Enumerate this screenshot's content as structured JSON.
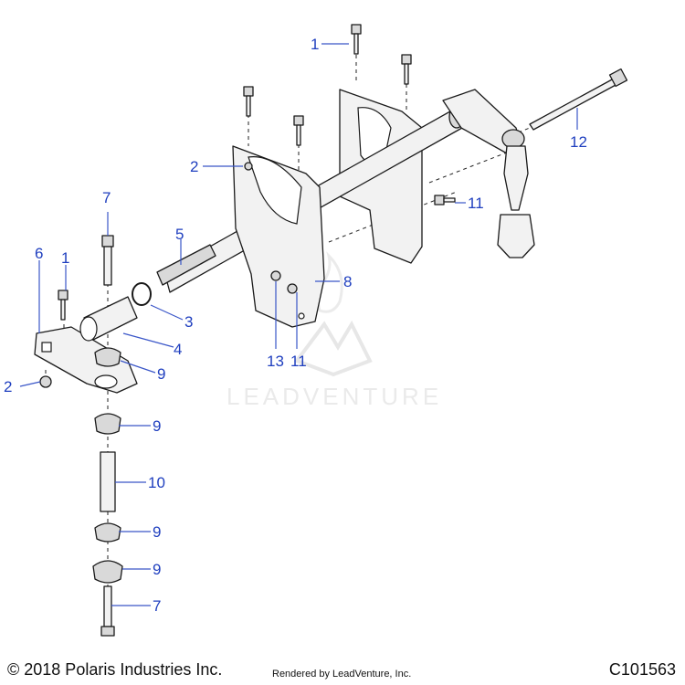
{
  "diagram": {
    "callouts": [
      {
        "id": "c1-top",
        "label": "1"
      },
      {
        "id": "c2-upper",
        "label": "2"
      },
      {
        "id": "c7-upper",
        "label": "7"
      },
      {
        "id": "c5",
        "label": "5"
      },
      {
        "id": "c6",
        "label": "6"
      },
      {
        "id": "c1-left",
        "label": "1"
      },
      {
        "id": "c3",
        "label": "3"
      },
      {
        "id": "c4",
        "label": "4"
      },
      {
        "id": "c9-a",
        "label": "9"
      },
      {
        "id": "c2-lower",
        "label": "2"
      },
      {
        "id": "c9-b",
        "label": "9"
      },
      {
        "id": "c10",
        "label": "10"
      },
      {
        "id": "c9-c",
        "label": "9"
      },
      {
        "id": "c9-d",
        "label": "9"
      },
      {
        "id": "c7-lower",
        "label": "7"
      },
      {
        "id": "c8",
        "label": "8"
      },
      {
        "id": "c13",
        "label": "13"
      },
      {
        "id": "c11-lower",
        "label": "11"
      },
      {
        "id": "c11-right",
        "label": "11"
      },
      {
        "id": "c12",
        "label": "12"
      }
    ],
    "watermark": "LEADVENTURE"
  },
  "footer": {
    "copyright": "© 2018 Polaris Industries Inc.",
    "rendered_by": "Rendered by LeadVenture, Inc.",
    "drawing_code": "C101563"
  }
}
